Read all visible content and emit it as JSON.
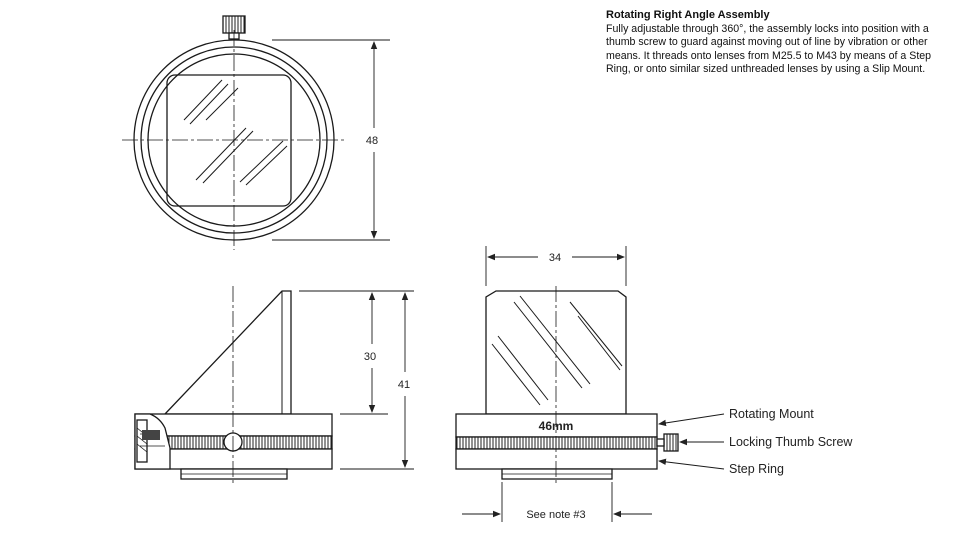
{
  "description": {
    "title": "Rotating Right Angle Assembly",
    "body": "Fully adjustable through 360°, the assembly locks into position with a thumb screw to guard against moving out of line by vibration or other means. It threads onto lenses from M25.5 to M43 by means of a Step Ring, or onto similar sized unthreaded lenses by using a Slip Mount."
  },
  "dimensions": {
    "top_view_height": "48",
    "prism_height": "30",
    "overall_height": "41",
    "prism_width": "34",
    "ring_size": "46mm",
    "thread_note": "See note #3"
  },
  "callouts": {
    "rotating_mount": "Rotating Mount",
    "locking_thumb_screw": "Locking Thumb Screw",
    "step_ring": "Step Ring"
  },
  "colors": {
    "line": "#1a1a1a",
    "text": "#111111",
    "background": "#ffffff"
  }
}
